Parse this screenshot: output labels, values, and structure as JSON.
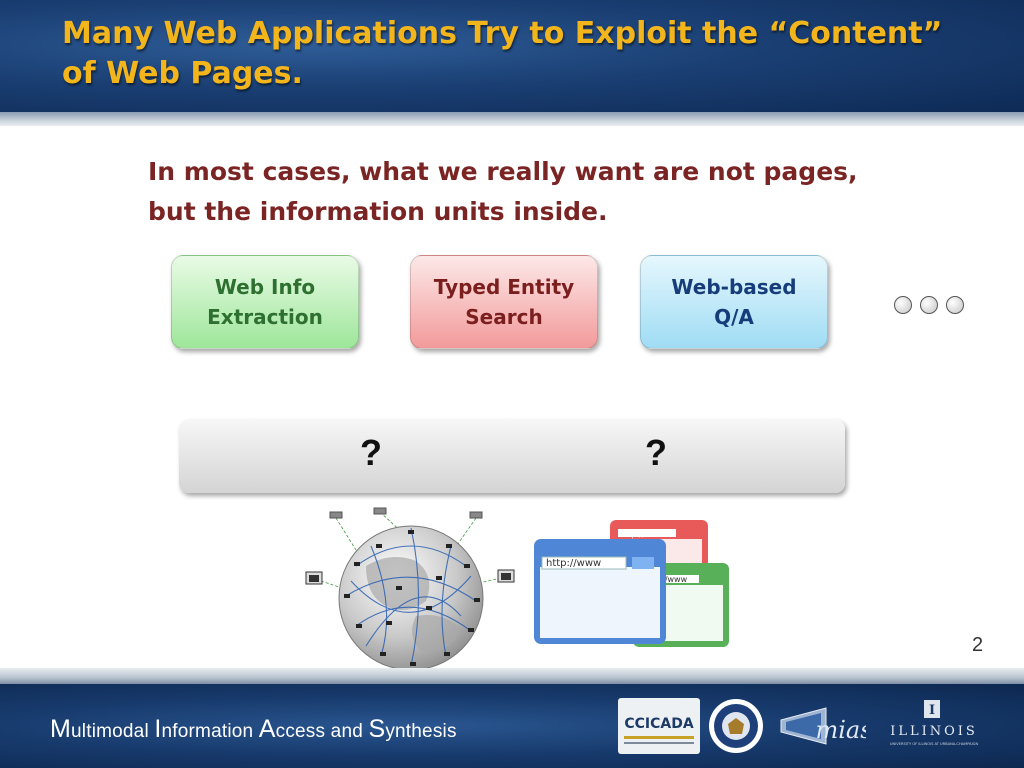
{
  "slide": {
    "title_line1": "Many Web Applications Try to Exploit the “Content”",
    "title_line2": "of Web Pages.",
    "subtitle_line1": "In most cases, what we really want are not pages,",
    "subtitle_line2": "but the information units inside.",
    "boxes": [
      {
        "label": "Web Info\nExtraction",
        "color": "#9ee69a"
      },
      {
        "label": "Typed Entity\nSearch",
        "color": "#f29a9a"
      },
      {
        "label": "Web-based\nQ/A",
        "color": "#9fdcf4"
      }
    ],
    "bar_marks": [
      "?",
      "?"
    ],
    "window_urls": [
      "http://www",
      "http://www",
      "http://www"
    ],
    "page_number": "2"
  },
  "footer": {
    "title_parts": [
      {
        "cap": "M",
        "rest": "ultimodal "
      },
      {
        "cap": "I",
        "rest": "nformation "
      },
      {
        "cap": "A",
        "rest": "ccess and "
      },
      {
        "cap": "S",
        "rest": "ynthesis"
      }
    ],
    "logos": {
      "ccicada": "CCICADA",
      "mias": "mias",
      "illinois": "ILLINOIS",
      "illinois_sub": "UNIVERSITY OF ILLINOIS AT URBANA-CHAMPAIGN"
    }
  },
  "colors": {
    "title": "#f2b51c",
    "subtitle": "#7b2424",
    "header_bg": "#1a3f73"
  }
}
